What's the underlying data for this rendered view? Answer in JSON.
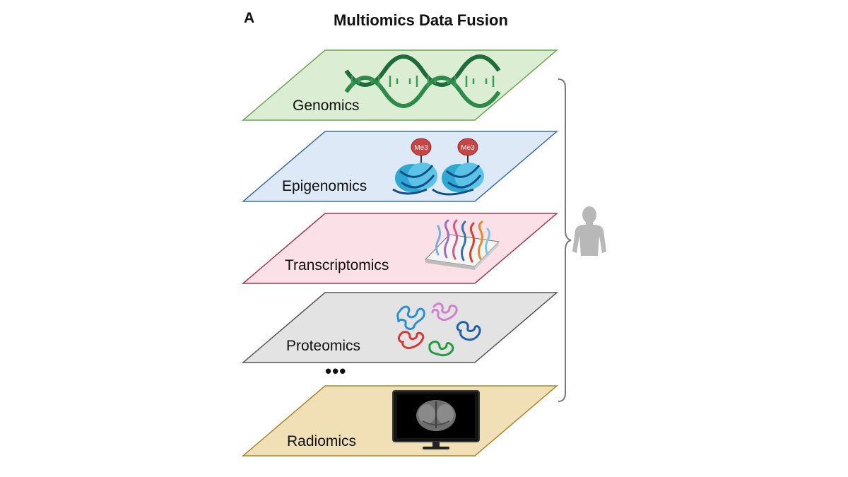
{
  "figure": {
    "panel_letter": "A",
    "title": "Multiomics Data Fusion",
    "ellipsis": "•••"
  },
  "layers": [
    {
      "label": "Genomics",
      "icon": "dna-helix-icon",
      "fill": "#dbeed3",
      "stroke": "#6aa84f"
    },
    {
      "label": "Epigenomics",
      "icon": "nucleosome-methylation-icon",
      "fill": "#dde9f7",
      "stroke": "#3d6da8",
      "badge": "Me3"
    },
    {
      "label": "Transcriptomics",
      "icon": "rna-microarray-icon",
      "fill": "#fbe1e7",
      "stroke": "#a23a4e"
    },
    {
      "label": "Proteomics",
      "icon": "protein-coils-icon",
      "fill": "#e3e3e3",
      "stroke": "#555555"
    },
    {
      "label": "Radiomics",
      "icon": "brain-scan-monitor-icon",
      "fill": "#f1e0b5",
      "stroke": "#a7862f"
    }
  ],
  "side": {
    "bracket_icon": "curly-brace-icon",
    "person_icon": "human-silhouette-icon"
  }
}
